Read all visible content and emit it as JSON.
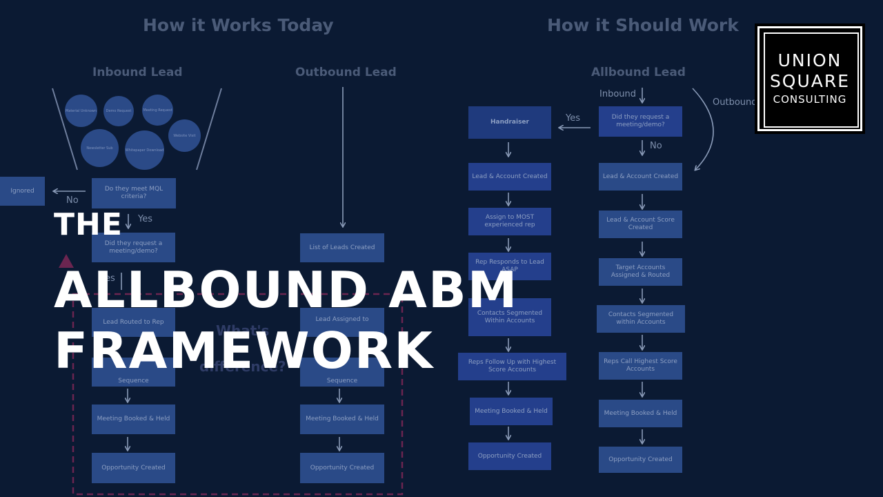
{
  "headers": {
    "today": "How it Works Today",
    "should": "How it Should Work",
    "inbound": "Inbound Lead",
    "outbound": "Outbound Lead",
    "allbound": "Allbound Lead"
  },
  "funnel_circles": [
    "Material Unknown",
    "Demo Request",
    "Meeting Request",
    "Newsletter Sub",
    "Whitepaper Download",
    "Website Visit"
  ],
  "inbound_flow": {
    "ignored": "Ignored",
    "no": "No",
    "yes": "Yes",
    "mql": "Do they meet MQL criteria?",
    "request": "Did they request a meeting/demo?",
    "yes_short": "es",
    "routed": "Lead Routed to Rep",
    "sequence": "Sequence",
    "meeting": "Meeting Booked & Held",
    "opportunity": "Opportunity Created"
  },
  "outbound_flow": {
    "list": "List of Leads Created",
    "assigned": "Lead Assigned to",
    "sequence": "Sequence",
    "meeting": "Meeting Booked & Held",
    "opportunity": "Opportunity Created"
  },
  "center_text": {
    "what": "What's",
    "difference": "difference?"
  },
  "allbound_left": {
    "handraiser": "Handraiser",
    "lead_account": "Lead & Account Created",
    "assign": "Assign to MOST experienced rep",
    "responds": "Rep Responds to Lead ASAP",
    "segmented": "Contacts Segmented Within Accounts",
    "follow": "Reps Follow Up with Highest Score Accounts",
    "meeting": "Meeting Booked & Held",
    "opportunity": "Opportunity Created"
  },
  "allbound_right": {
    "inbound": "Inbound",
    "outbound": "Outbound",
    "yes": "Yes",
    "no": "No",
    "request": "Did they request a meeting/demo?",
    "lead_account": "Lead & Account Created",
    "score": "Lead & Account Score Created",
    "target": "Target Accounts Assigned & Routed",
    "segmented": "Contacts Segmented within Accounts",
    "call": "Reps Call Highest Score Accounts",
    "meeting": "Meeting Booked & Held",
    "opportunity": "Opportunity Created"
  },
  "title": {
    "line1": "THE",
    "line2": "ALLBOUND ABM",
    "line3": "FRAMEWORK"
  },
  "logo": {
    "line1": "UNION",
    "line2": "SQUARE",
    "line3": "CONSULTING"
  },
  "colors": {
    "background": "#0b1a33",
    "box": "#2a4a87",
    "dashed": "#6b2550",
    "arrow": "#8a9bb8"
  }
}
